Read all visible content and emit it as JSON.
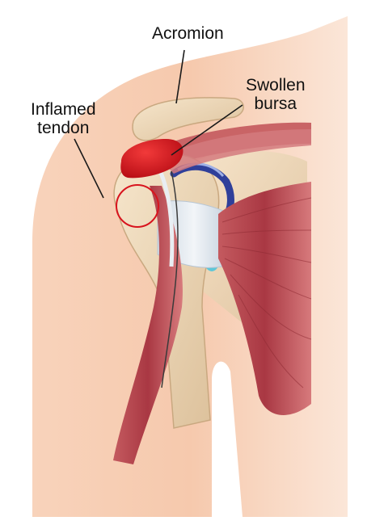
{
  "labels": {
    "acromion": "Acromion",
    "swollen_bursa": [
      "Swollen",
      "bursa"
    ],
    "inflamed_tendon": [
      "Inflamed",
      "tendon"
    ]
  },
  "colors": {
    "skin": "#f6c9ad",
    "skin_light": "#fbe3d3",
    "bone": "#efd9b8",
    "bone_shadow": "#d8b98f",
    "muscle": "#b3434a",
    "muscle_dark": "#8e2a33",
    "bursa": "#d8141e",
    "cartilage_blue": "#2f3f9a",
    "ligament": "#dfe6ee",
    "cyan": "#5ec7d8"
  }
}
